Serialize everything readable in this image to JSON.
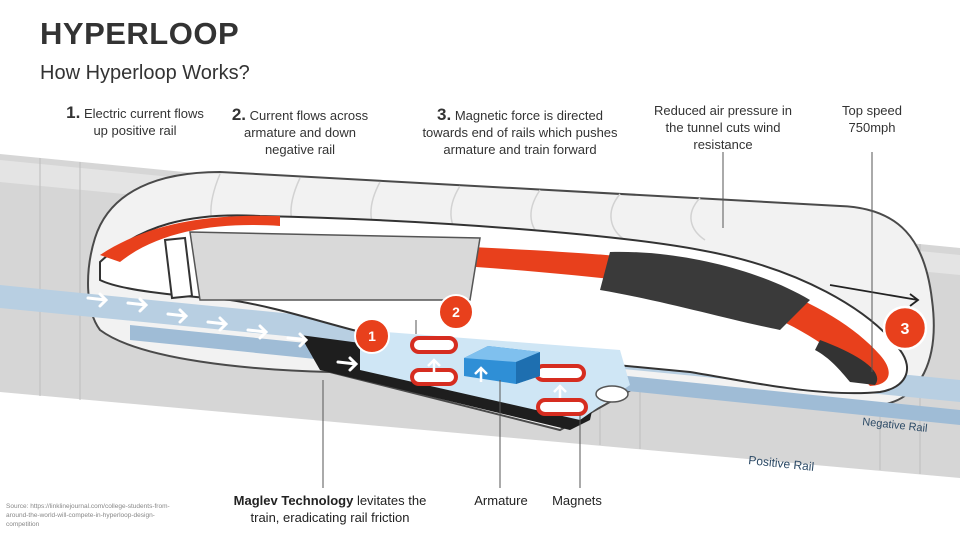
{
  "title": "HYPERLOOP",
  "subtitle": "How Hyperloop Works?",
  "callouts": [
    {
      "num": "1.",
      "text": "Electric current flows up positive rail"
    },
    {
      "num": "2.",
      "text": "Current flows across armature and down negative rail"
    },
    {
      "num": "3.",
      "text": "Magnetic force is directed towards end of rails which pushes armature and train forward"
    },
    {
      "text": "Reduced air pressure in the tunnel cuts wind resistance"
    },
    {
      "text": "Top speed 750mph"
    }
  ],
  "markers": [
    "1",
    "2",
    "3"
  ],
  "rails": {
    "negative": "Negative Rail",
    "positive": "Positive Rail"
  },
  "labels": {
    "maglev_bold": "Maglev Technology",
    "maglev_rest": " levitates the train, eradicating rail friction",
    "armature": "Armature",
    "magnets": "Magnets"
  },
  "source": "Source: https://linklinejournal.com/college-students-from-around-the-world-will-compete-in-hyperloop-design-competition",
  "colors": {
    "accent": "#e8401c",
    "tube": "#c8c8c8",
    "armature": "#2f8fd6",
    "rail": "#a9c4dc",
    "text": "#333333"
  }
}
